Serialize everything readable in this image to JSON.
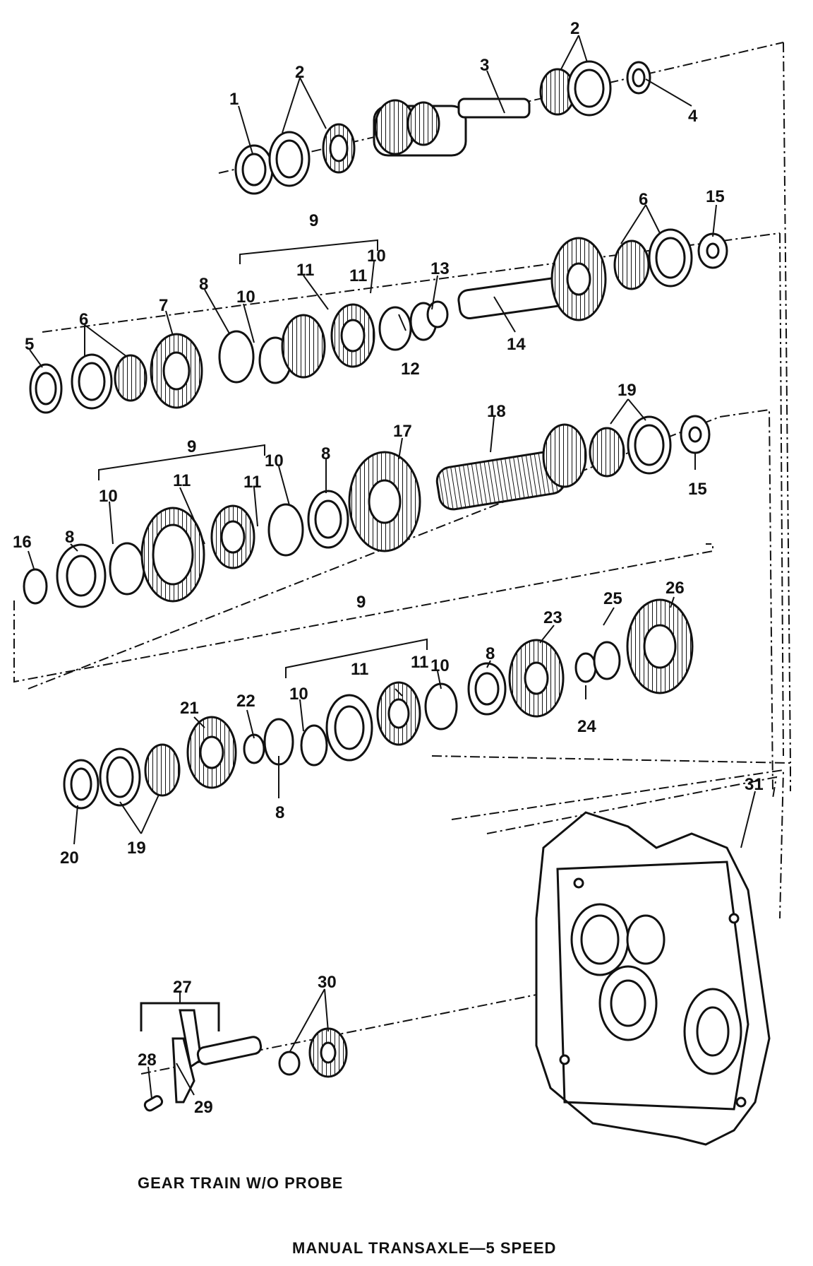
{
  "captions": {
    "subtitle": "GEAR TRAIN W/O PROBE",
    "title": "MANUAL TRANSAXLE—5 SPEED"
  },
  "callouts": [
    "1",
    "2",
    "2",
    "3",
    "4",
    "5",
    "6",
    "6",
    "7",
    "8",
    "9",
    "10",
    "10",
    "11",
    "11",
    "12",
    "13",
    "14",
    "15",
    "15",
    "16",
    "8",
    "9",
    "10",
    "10",
    "11",
    "11",
    "8",
    "17",
    "18",
    "19",
    "9",
    "10",
    "10",
    "11",
    "11",
    "8",
    "23",
    "25",
    "26",
    "21",
    "22",
    "24",
    "8",
    "20",
    "19",
    "31",
    "27",
    "28",
    "29",
    "30"
  ]
}
